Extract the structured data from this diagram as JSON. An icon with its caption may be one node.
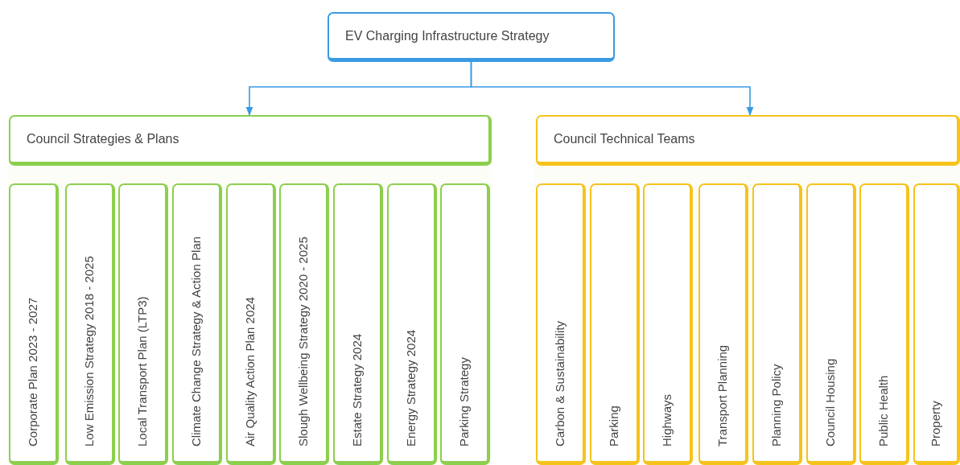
{
  "diagram": {
    "nodes": [
      {
        "text": [
          "EV Charging Infrastructure Strategy"
        ]
      },
      {
        "text": [
          "Council Strategies & Plans"
        ]
      },
      {
        "text": [
          "Council Technical Teams"
        ]
      },
      {
        "text": [
          "Corporate Plan 2023 - 2027"
        ]
      },
      {
        "text": [
          "Low Emission Strategy 2018 - 2025"
        ]
      },
      {
        "text": [
          "Local Transport Plan (LTP3)"
        ]
      },
      {
        "text": [
          "Climate Change Strategy & Action Plan"
        ]
      },
      {
        "text": [
          "Air Quality Action Plan 2024"
        ]
      },
      {
        "text": [
          "Slough Wellbeing Strategy 2020 - 2025"
        ]
      },
      {
        "text": [
          "Estate Strategy 2024"
        ]
      },
      {
        "text": [
          "Energy Strategy 2024"
        ]
      },
      {
        "text": [
          "Parking Strategy"
        ]
      },
      {
        "text": [
          "Carbon & Sustainability"
        ]
      },
      {
        "text": [
          "Parking"
        ]
      },
      {
        "text": [
          "Highways"
        ]
      },
      {
        "text": [
          "Transport Planning"
        ]
      },
      {
        "text": [
          "Planning Policy"
        ]
      },
      {
        "text": [
          "Council Housing"
        ]
      },
      {
        "text": [
          "Public Health"
        ]
      },
      {
        "text": [
          "Property"
        ]
      }
    ],
    "edges": [
      {
        "from": 0,
        "to": 1,
        "arrow": "to"
      },
      {
        "from": 0,
        "to": 2,
        "arrow": "to"
      }
    ]
  }
}
